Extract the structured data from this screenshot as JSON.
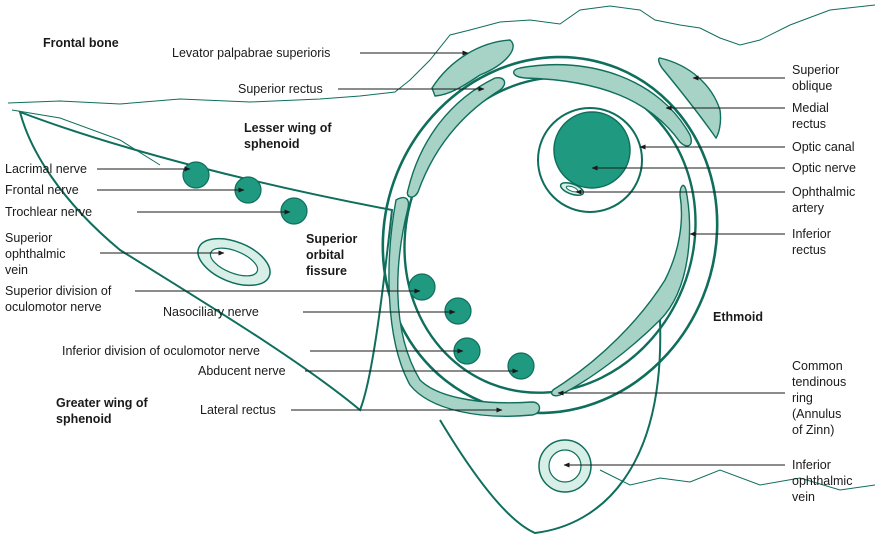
{
  "colors": {
    "outline": "#0f6e5c",
    "nerve_fill": "#1f9a80",
    "muscle_fill": "#a6d3c6",
    "vessel_fill": "#d8efe8",
    "text": "#1a1a1a"
  },
  "regions": {
    "frontal_bone": "Frontal bone",
    "lesser_wing": [
      "Lesser wing of",
      "sphenoid"
    ],
    "superior_orbital_fissure": [
      "Superior",
      "orbital",
      "fissure"
    ],
    "ethmoid": "Ethmoid",
    "greater_wing": [
      "Greater wing of",
      "sphenoid"
    ]
  },
  "labels": {
    "levator": "Levator palpabrae superioris",
    "superior_rectus": "Superior rectus",
    "lacrimal_nerve": "Lacrimal nerve",
    "frontal_nerve": "Frontal nerve",
    "trochlear_nerve": "Trochlear nerve",
    "superior_ophthalmic_vein": [
      "Superior",
      "ophthalmic",
      "vein"
    ],
    "superior_division": [
      "Superior division of",
      "oculomotor nerve"
    ],
    "nasociliary_nerve": "Nasociliary nerve",
    "inferior_division": "Inferior division of oculomotor nerve",
    "abducent_nerve": "Abducent nerve",
    "lateral_rectus": "Lateral rectus",
    "superior_oblique": [
      "Superior",
      "oblique"
    ],
    "medial_rectus": [
      "Medial",
      "rectus"
    ],
    "optic_canal": "Optic canal",
    "optic_nerve": "Optic nerve",
    "ophthalmic_artery": [
      "Ophthalmic",
      "artery"
    ],
    "inferior_rectus": [
      "Inferior",
      "rectus"
    ],
    "common_tendinous_ring": [
      "Common",
      "tendinous",
      "ring",
      "(Annulus",
      "of Zinn)"
    ],
    "inferior_ophthalmic_vein": [
      "Inferior",
      "ophthalmic",
      "vein"
    ]
  }
}
